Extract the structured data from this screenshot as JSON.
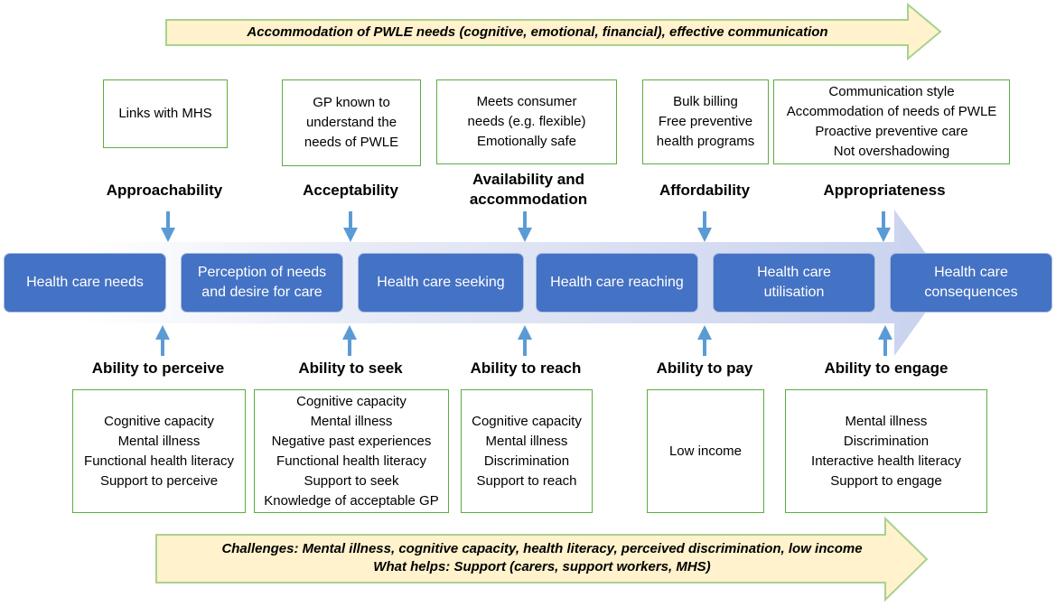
{
  "top_banner": "Accommodation of PWLE needs (cognitive, emotional, financial), effective communication",
  "stages": [
    "Health care needs",
    "Perception of needs and desire for care",
    "Health care seeking",
    "Health care reaching",
    "Health care utilisation",
    "Health care consequences"
  ],
  "supply": [
    {
      "title": "Approachability",
      "items": [
        "Links with MHS"
      ]
    },
    {
      "title": "Acceptability",
      "items": [
        "GP known to understand the needs of PWLE"
      ]
    },
    {
      "title": "Availability and accommodation",
      "items": [
        "Meets consumer needs (e.g. flexible)",
        "Emotionally safe"
      ]
    },
    {
      "title": "Affordability",
      "items": [
        "Bulk billing",
        "Free preventive health programs"
      ]
    },
    {
      "title": "Appropriateness",
      "items": [
        "Communication style",
        "Accommodation of needs of PWLE",
        "Proactive preventive care",
        "Not overshadowing"
      ]
    }
  ],
  "demand": [
    {
      "title": "Ability to perceive",
      "items": [
        "Cognitive capacity",
        "Mental illness",
        "Functional health literacy",
        "Support to perceive"
      ]
    },
    {
      "title": "Ability to seek",
      "items": [
        "Cognitive capacity",
        "Mental illness",
        "Negative past experiences",
        "Functional health literacy",
        "Support to seek",
        "Knowledge of acceptable GP"
      ]
    },
    {
      "title": "Ability to reach",
      "items": [
        "Cognitive capacity",
        "Mental illness",
        "Discrimination",
        "Support to reach"
      ]
    },
    {
      "title": "Ability to pay",
      "items": [
        "Low income"
      ]
    },
    {
      "title": "Ability to engage",
      "items": [
        "Mental illness",
        "Discrimination",
        "Interactive health literacy",
        "Support to engage"
      ]
    }
  ],
  "bottom_banner": {
    "line1": "Challenges: Mental illness, cognitive capacity, health literacy, perceived discrimination, low income",
    "line2": "What helps: Support (carers, support workers, MHS)"
  },
  "colors": {
    "banner_fill": "#fff2cc",
    "banner_stroke": "#a9d18e",
    "box_stroke": "#5bae3f",
    "stage_fill": "#4472c4",
    "big_arrow": "#d9dff2",
    "small_arrow": "#5b9bd5"
  }
}
